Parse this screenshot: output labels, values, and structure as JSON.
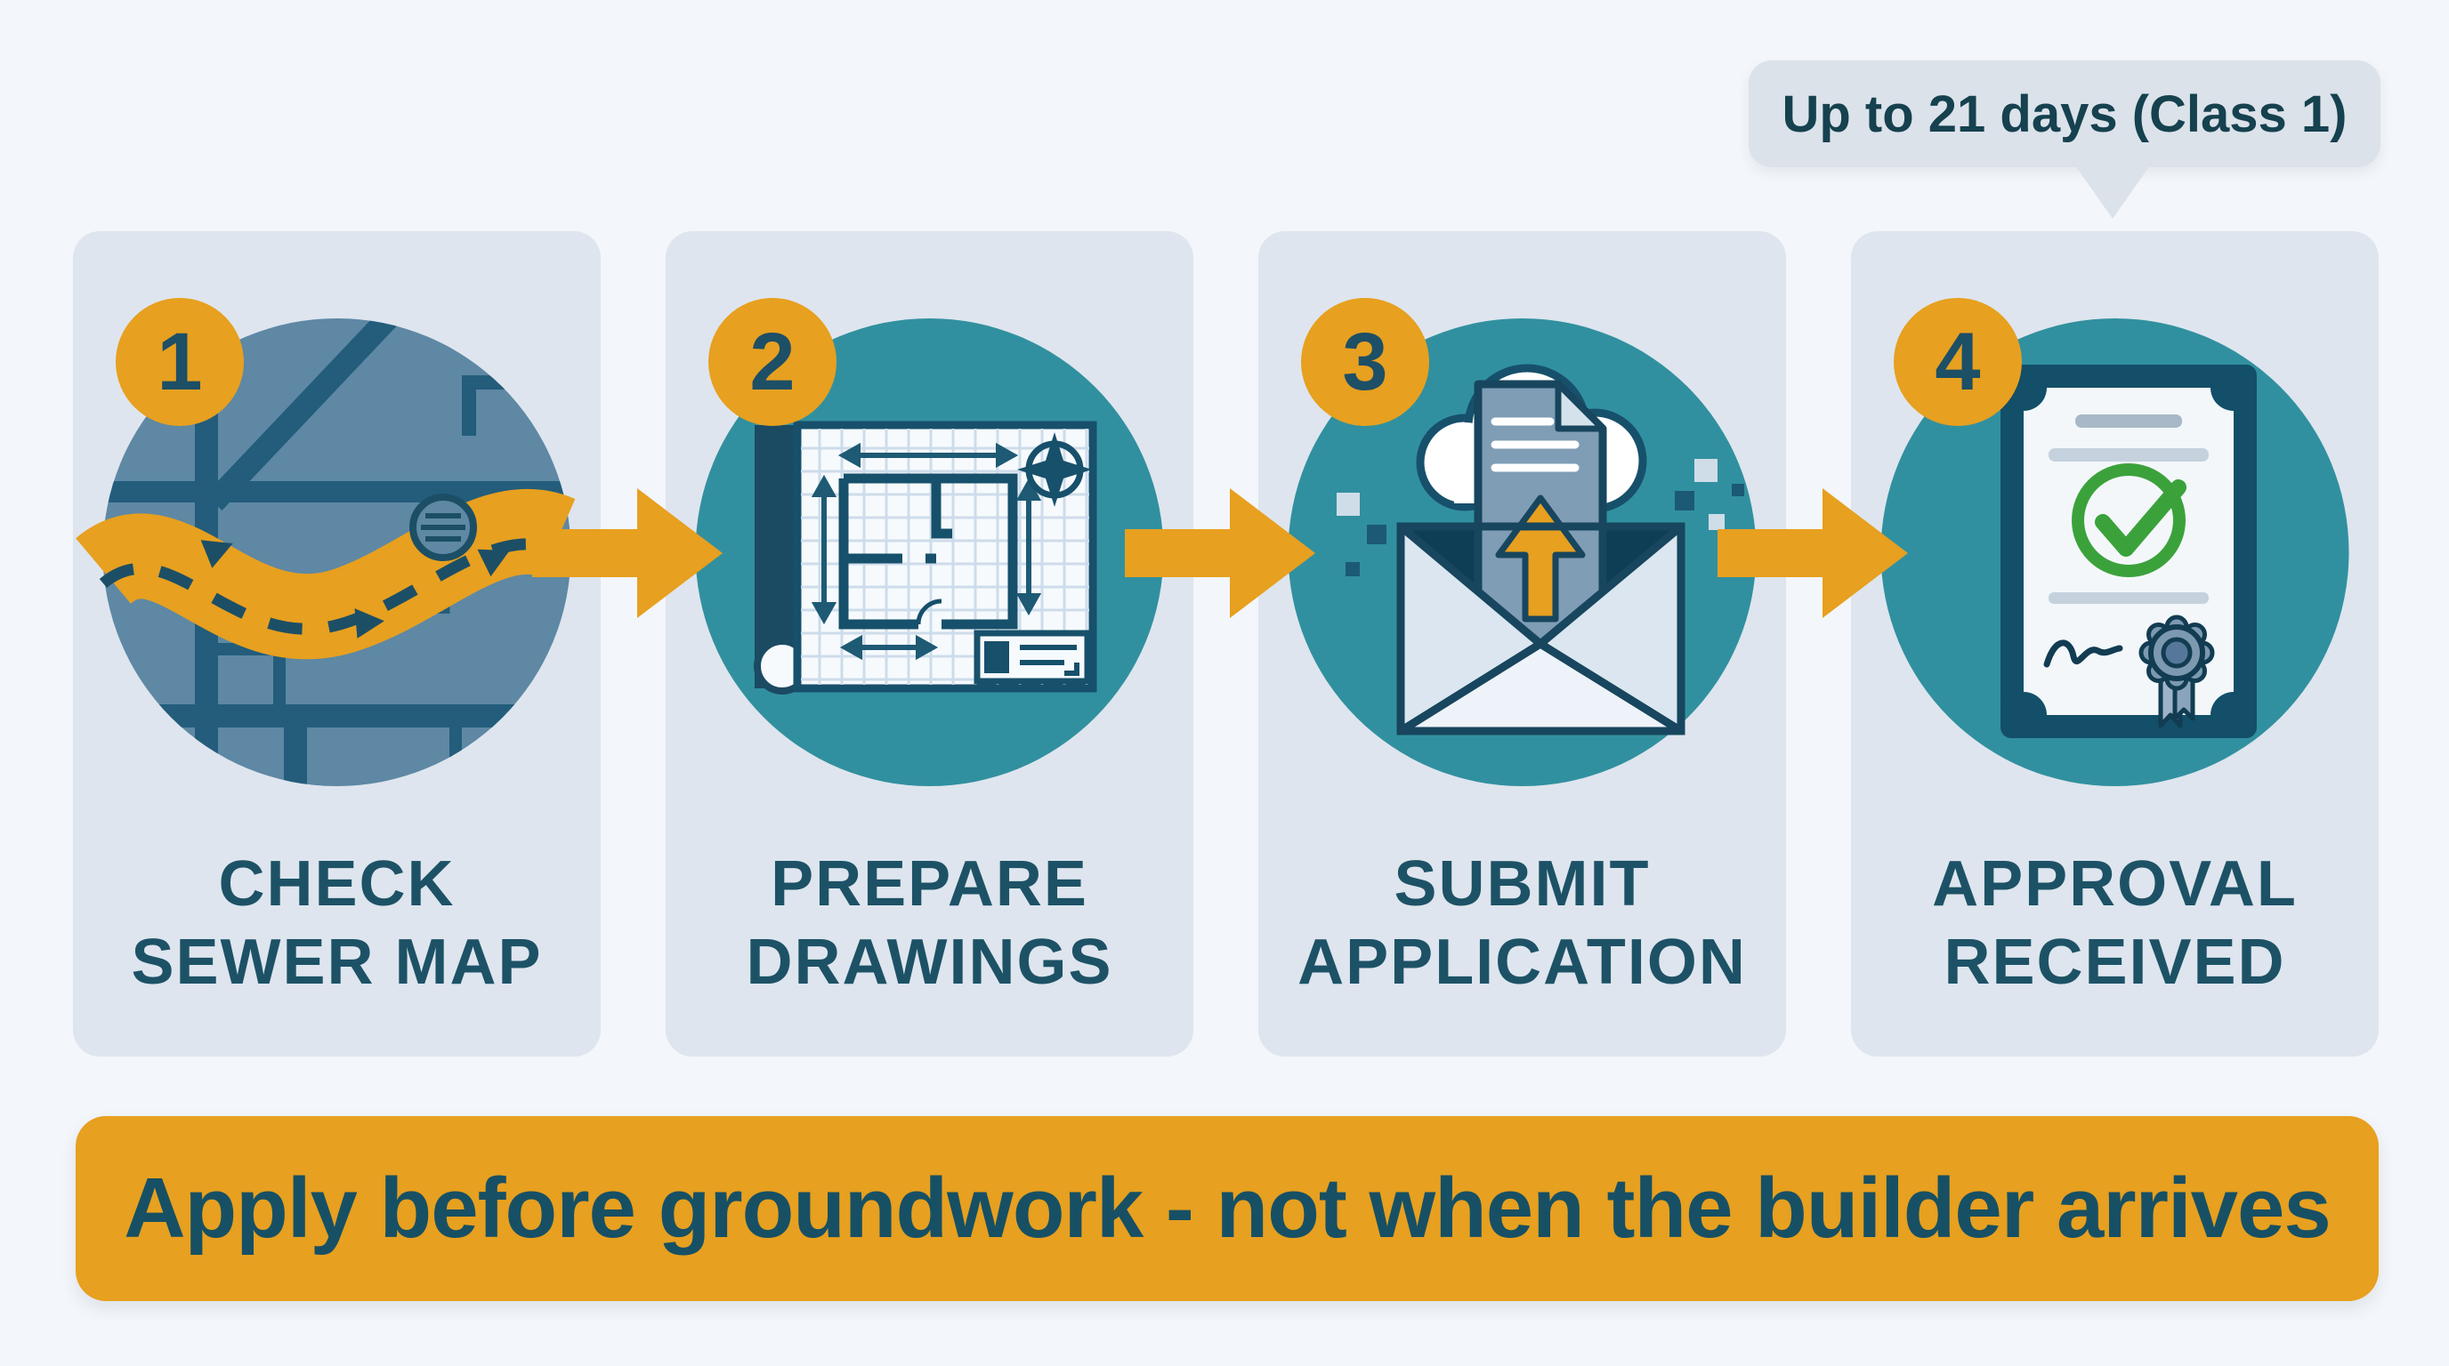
{
  "callout": {
    "text": "Up to 21 days (Class 1)"
  },
  "steps": [
    {
      "number": "1",
      "label_line1": "CHECK",
      "label_line2": "SEWER MAP",
      "icon": "sewer-map-route-icon"
    },
    {
      "number": "2",
      "label_line1": "PREPARE",
      "label_line2": "DRAWINGS",
      "icon": "blueprint-drawing-icon"
    },
    {
      "number": "3",
      "label_line1": "SUBMIT",
      "label_line2": "APPLICATION",
      "icon": "envelope-upload-icon"
    },
    {
      "number": "4",
      "label_line1": "APPROVAL",
      "label_line2": "RECEIVED",
      "icon": "certificate-check-icon"
    }
  ],
  "connectors": [
    {
      "icon": "arrow-right-icon"
    },
    {
      "icon": "arrow-right-icon"
    },
    {
      "icon": "arrow-right-icon"
    }
  ],
  "banner": {
    "text": "Apply before groundwork - not when the builder arrives"
  },
  "colors": {
    "page-bg": "#f3f6fa",
    "card-bg": "#dee5ee",
    "bubble-bg": "#dbe2ea",
    "orange": "#e7a01f",
    "teal": "#31909f",
    "steel": "#5e88a4",
    "street": "#235d7b",
    "ink": "#1d5266",
    "ink-dark": "#16414e",
    "banner-text": "#175064",
    "green": "#3ba23b"
  }
}
